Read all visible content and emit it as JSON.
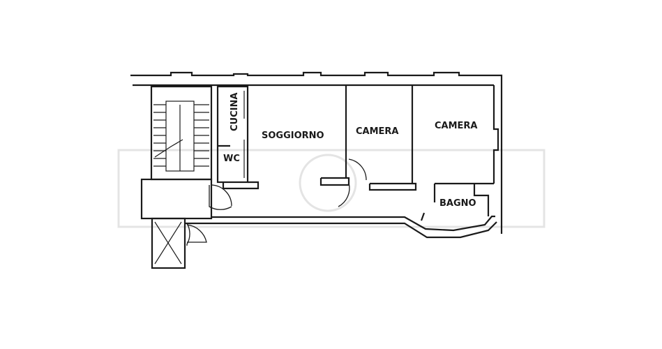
{
  "rooms": {
    "cucina": "CUCINA",
    "wc": "WC",
    "soggiorno": "SOGGIORNO",
    "camera_1": "CAMERA",
    "camera_2": "CAMERA",
    "bagno": "BAGNO"
  },
  "colors": {
    "line": "#1a1a1a",
    "background": "#ffffff",
    "watermark": "#e4e4e4"
  }
}
